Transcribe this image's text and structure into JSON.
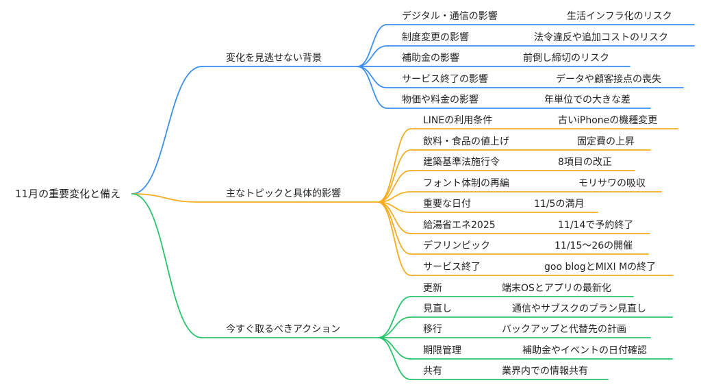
{
  "root": {
    "label": "11月の重要変化と備え"
  },
  "colors": {
    "blue": "#3a8ef0",
    "orange": "#f5ac1e",
    "green": "#27c46a",
    "text": "#222222"
  },
  "branches": [
    {
      "label": "変化を見逃せない背景",
      "color_key": "blue",
      "children": [
        {
          "topic": "デジタル・通信の影響",
          "detail": "生活インフラ化のリスク"
        },
        {
          "topic": "制度変更の影響",
          "detail": "法令違反や追加コストのリスク"
        },
        {
          "topic": "補助金の影響",
          "detail": "前倒し締切のリスク"
        },
        {
          "topic": "サービス終了の影響",
          "detail": "データや顧客接点の喪失"
        },
        {
          "topic": "物価や料金の影響",
          "detail": "年単位での大きな差"
        }
      ]
    },
    {
      "label": "主なトピックと具体的影響",
      "color_key": "orange",
      "children": [
        {
          "topic": "LINEの利用条件",
          "detail": "古いiPhoneの機種変更"
        },
        {
          "topic": "飲料・食品の値上げ",
          "detail": "固定費の上昇"
        },
        {
          "topic": "建築基準法施行令",
          "detail": "8項目の改正"
        },
        {
          "topic": "フォント体制の再編",
          "detail": "モリサワの吸収"
        },
        {
          "topic": "重要な日付",
          "detail": "11/5の満月"
        },
        {
          "topic": "給湯省エネ2025",
          "detail": "11/14で予約終了"
        },
        {
          "topic": "デフリンピック",
          "detail": "11/15〜26の開催"
        },
        {
          "topic": "サービス終了",
          "detail": "goo blogとMIXI Mの終了"
        }
      ]
    },
    {
      "label": "今すぐ取るべきアクション",
      "color_key": "green",
      "children": [
        {
          "topic": "更新",
          "detail": "端末OSとアプリの最新化"
        },
        {
          "topic": "見直し",
          "detail": "通信やサブスクのプラン見直し"
        },
        {
          "topic": "移行",
          "detail": "バックアップと代替先の計画"
        },
        {
          "topic": "期限管理",
          "detail": "補助金やイベントの日付確認"
        },
        {
          "topic": "共有",
          "detail": "業界内での情報共有"
        }
      ]
    }
  ]
}
